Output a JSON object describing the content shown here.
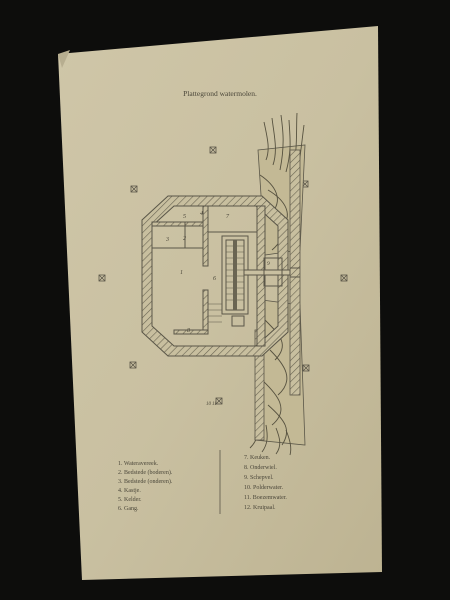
{
  "sheet": {
    "title": "Plattegrond watermolen.",
    "room_numbers": [
      "1",
      "2",
      "3",
      "4",
      "5",
      "6",
      "7",
      "8"
    ],
    "plan_marks": [
      "9",
      "10",
      "11"
    ],
    "legend": {
      "left": [
        "1. Wateravereek.",
        "2. Bedstede (boderen).",
        "3. Bedstede (onderen).",
        "4. Kastje.",
        "5. Kelder.",
        "6. Gang."
      ],
      "right": [
        "7. Keuken.",
        "8. Onderwiel.",
        "9. Schepvel.",
        "10. Polderwater.",
        "11. Boezemwater.",
        "12. Kruipaal."
      ]
    }
  },
  "colors": {
    "background": "#0d0d0c",
    "paper": "#cdc3a4",
    "ink": "#5a5648"
  }
}
